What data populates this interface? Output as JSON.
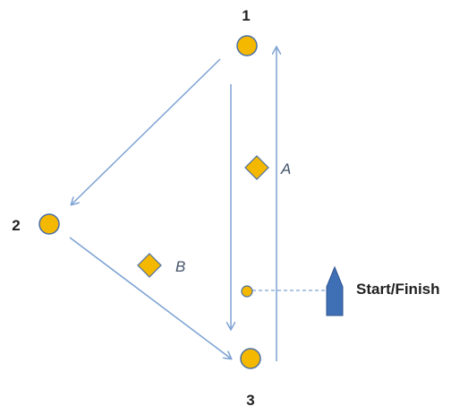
{
  "colors": {
    "buoy_fill": "#f5b800",
    "buoy_stroke": "#4a6fa5",
    "arrow": "#7da2d3",
    "boat": "#3f6fb5"
  },
  "buoys": [
    {
      "label": "1"
    },
    {
      "label": "2"
    },
    {
      "label": "3"
    }
  ],
  "marks": [
    {
      "label": "A"
    },
    {
      "label": "B"
    }
  ],
  "start_finish": {
    "label": "Start/Finish",
    "icon": "boat-icon"
  }
}
